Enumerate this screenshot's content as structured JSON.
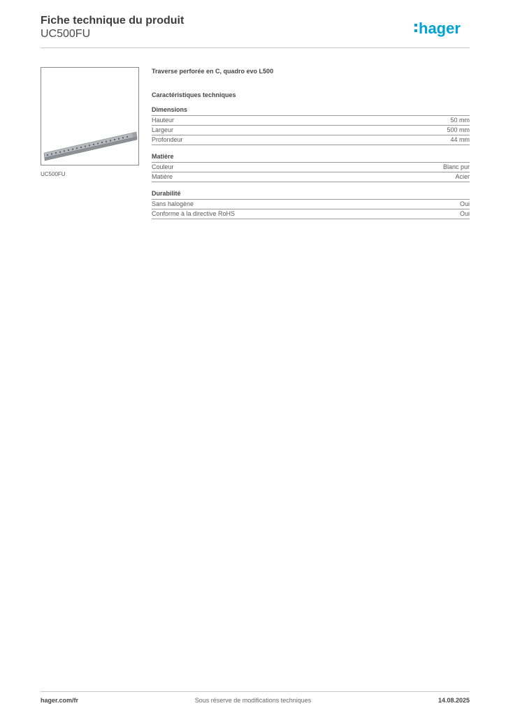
{
  "header": {
    "title": "Fiche technique du produit",
    "reference": "UC500FU",
    "logo_text": "hager",
    "logo_color": "#00a3d6"
  },
  "product": {
    "image_caption": "UC500FU",
    "description": "Traverse perforée en C, quadro evo L500"
  },
  "specs": {
    "heading": "Caractéristiques techniques",
    "sections": [
      {
        "title": "Dimensions",
        "rows": [
          {
            "label": "Hauteur",
            "value": "50 mm"
          },
          {
            "label": "Largeur",
            "value": "500 mm"
          },
          {
            "label": "Profondeur",
            "value": "44 mm"
          }
        ]
      },
      {
        "title": "Matière",
        "rows": [
          {
            "label": "Couleur",
            "value": "Blanc pur"
          },
          {
            "label": "Matière",
            "value": "Acier"
          }
        ]
      },
      {
        "title": "Durabilité",
        "rows": [
          {
            "label": "Sans halogène",
            "value": "Oui"
          },
          {
            "label": "Conforme à la directive RoHS",
            "value": "Oui"
          }
        ]
      }
    ]
  },
  "footer": {
    "website": "hager.com/fr",
    "notice": "Sous réserve de modifications techniques",
    "date": "14.08.2025"
  }
}
